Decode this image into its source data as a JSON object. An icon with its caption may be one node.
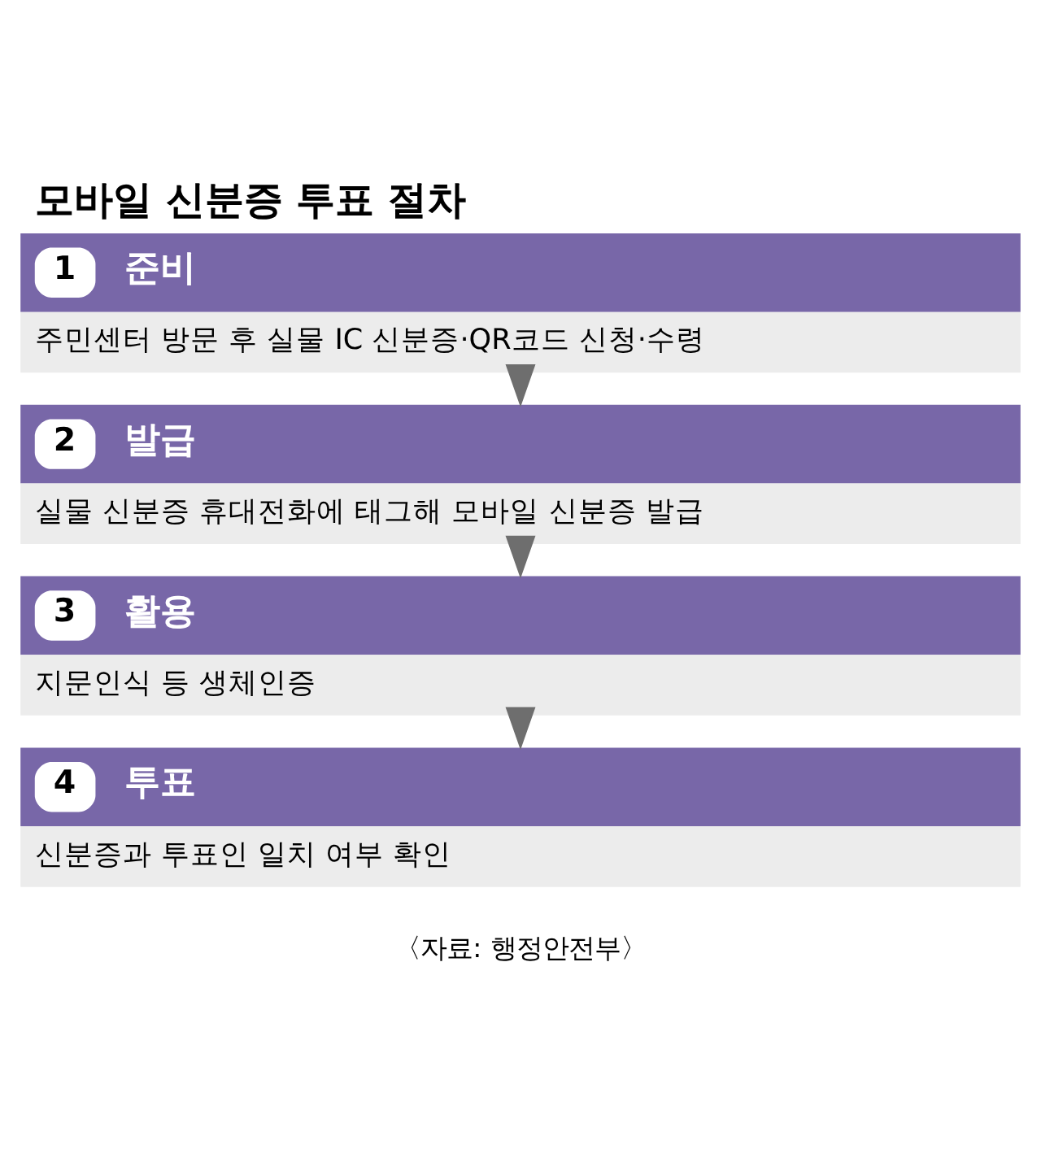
{
  "diagram": {
    "title": "모바일 신분증 투표 절차",
    "caption": "〈자료: 행정안전부〉",
    "nodes": [
      {
        "text": [
          "1",
          "준비",
          "주민센터 방문 후 실물 IC 신분증·QR코드 신청·수령"
        ]
      },
      {
        "text": [
          "2",
          "발급",
          "실물 신분증 휴대전화에 태그해 모바일 신분증 발급"
        ]
      },
      {
        "text": [
          "3",
          "활용",
          "지문인식 등 생체인증"
        ]
      },
      {
        "text": [
          "4",
          "투표",
          "신분증과 투표인 일치 여부 확인"
        ]
      }
    ],
    "edges": [
      {
        "from": 0,
        "to": 1,
        "arrow": "to"
      },
      {
        "from": 1,
        "to": 2,
        "arrow": "to"
      },
      {
        "from": 2,
        "to": 3,
        "arrow": "to"
      }
    ]
  }
}
